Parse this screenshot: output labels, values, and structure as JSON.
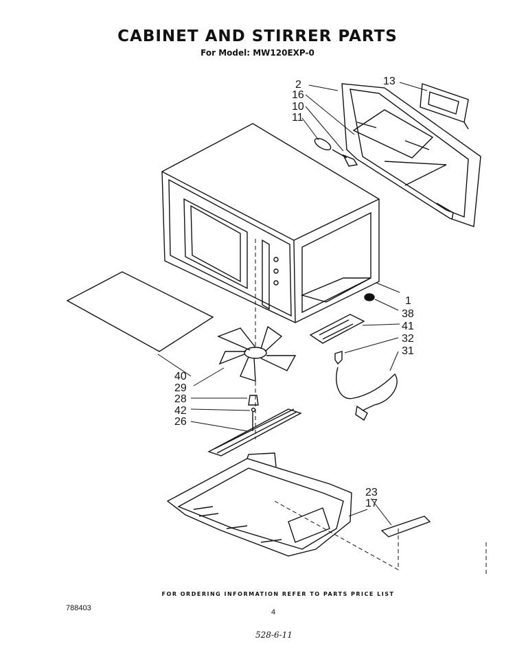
{
  "header": {
    "title": "CABINET AND STIRRER PARTS",
    "subtitle": "For Model: MW120EXP-0"
  },
  "callouts": {
    "c2": "2",
    "c16": "16",
    "c10": "10",
    "c11": "11",
    "c13": "13",
    "c1": "1",
    "c38": "38",
    "c41": "41",
    "c32": "32",
    "c31": "31",
    "c40": "40",
    "c29": "29",
    "c28": "28",
    "c42": "42",
    "c26": "26",
    "c23": "23",
    "c17": "17"
  },
  "footer": {
    "note": "FOR ORDERING INFORMATION REFER TO PARTS PRICE LIST",
    "doc_number": "788403",
    "page_number": "4",
    "handwritten": "528-6-11"
  }
}
